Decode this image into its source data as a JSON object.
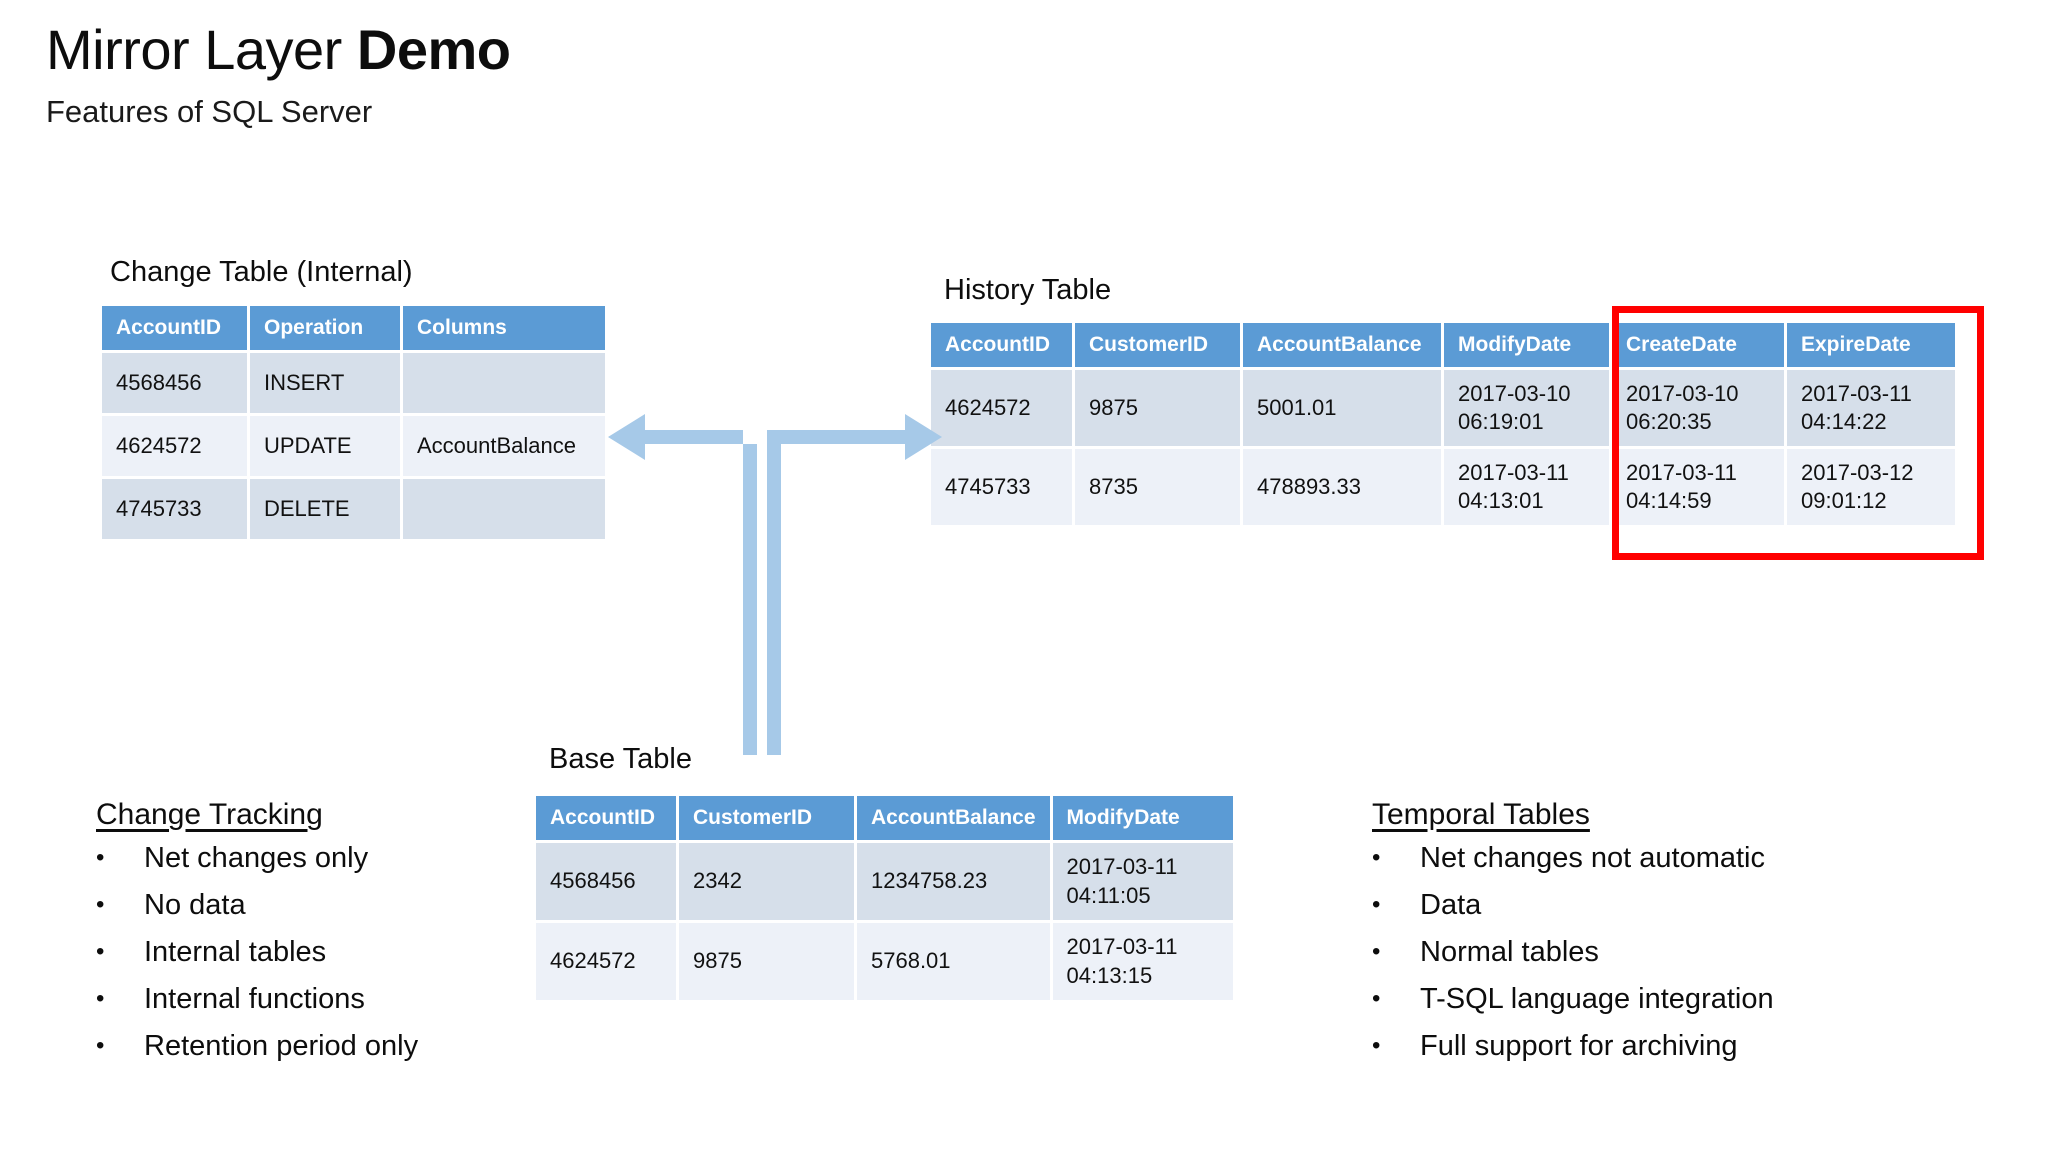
{
  "slide": {
    "title_regular": "Mirror Layer ",
    "title_bold": "Demo",
    "subtitle": "Features of SQL Server"
  },
  "colors": {
    "header_blue": "#5B9BD5",
    "row_a": "#D6DFEA",
    "row_b": "#EDF1F8",
    "arrow_blue": "#A6C9E8",
    "highlight_red": "#FF0000"
  },
  "change_table": {
    "caption": "Change Table (Internal)",
    "columns": [
      "AccountID",
      "Operation",
      "Columns"
    ],
    "rows": [
      {
        "AccountID": "4568456",
        "Operation": "INSERT",
        "Columns": ""
      },
      {
        "AccountID": "4624572",
        "Operation": "UPDATE",
        "Columns": "AccountBalance"
      },
      {
        "AccountID": "4745733",
        "Operation": "DELETE",
        "Columns": ""
      }
    ]
  },
  "history_table": {
    "caption": "History Table",
    "columns": [
      "AccountID",
      "CustomerID",
      "AccountBalance",
      "ModifyDate",
      "CreateDate",
      "ExpireDate"
    ],
    "rows": [
      {
        "AccountID": "4624572",
        "CustomerID": "9875",
        "AccountBalance": "5001.01",
        "ModifyDate_date": "2017-03-10",
        "ModifyDate_time": "06:19:01",
        "CreateDate_date": "2017-03-10",
        "CreateDate_time": "06:20:35",
        "ExpireDate_date": "2017-03-11",
        "ExpireDate_time": "04:14:22"
      },
      {
        "AccountID": "4745733",
        "CustomerID": "8735",
        "AccountBalance": "478893.33",
        "ModifyDate_date": "2017-03-11",
        "ModifyDate_time": "04:13:01",
        "CreateDate_date": "2017-03-11",
        "CreateDate_time": "04:14:59",
        "ExpireDate_date": "2017-03-12",
        "ExpireDate_time": "09:01:12"
      }
    ]
  },
  "base_table": {
    "caption": "Base Table",
    "columns": [
      "AccountID",
      "CustomerID",
      "AccountBalance",
      "ModifyDate"
    ],
    "rows": [
      {
        "AccountID": "4568456",
        "CustomerID": "2342",
        "AccountBalance": "1234758.23",
        "ModifyDate_date": "2017-03-11",
        "ModifyDate_time": "04:11:05"
      },
      {
        "AccountID": "4624572",
        "CustomerID": "9875",
        "AccountBalance": "5768.01",
        "ModifyDate_date": "2017-03-11",
        "ModifyDate_time": "04:13:15"
      }
    ]
  },
  "change_tracking": {
    "heading": "Change Tracking",
    "bullet_glyph": "•",
    "items": [
      "Net changes only",
      "No data",
      "Internal tables",
      "Internal functions",
      "Retention period only"
    ]
  },
  "temporal_tables": {
    "heading": "Temporal Tables",
    "bullet_glyph": "•",
    "items": [
      "Net changes not automatic",
      "Data",
      "Normal tables",
      "T-SQL language integration",
      "Full support for archiving"
    ]
  }
}
